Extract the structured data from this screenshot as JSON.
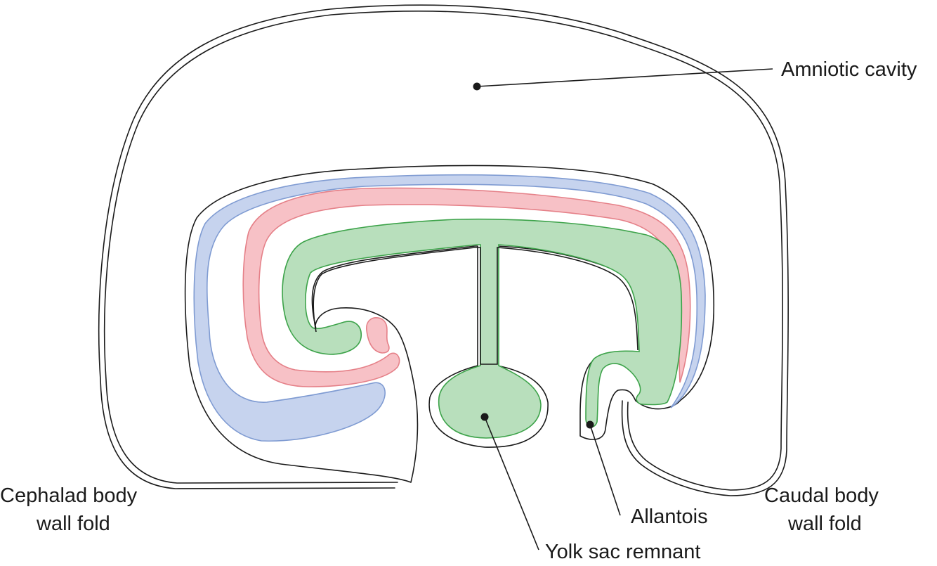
{
  "labels": {
    "amniotic_cavity": "Amniotic cavity",
    "cephalad_fold_line1": "Cephalad body",
    "cephalad_fold_line2": "wall fold",
    "caudal_fold_line1": "Caudal body",
    "caudal_fold_line2": "wall fold",
    "allantois": "Allantois",
    "yolk_sac_remnant": "Yolk sac remnant"
  },
  "colors": {
    "ectoderm_fill": "#c6d3ee",
    "ectoderm_stroke": "#7f9bd2",
    "mesoderm_fill": "#f7c1c6",
    "mesoderm_stroke": "#e58088",
    "endoderm_fill": "#b8dfbc",
    "endoderm_stroke": "#3da34a",
    "outline": "#1a1a1a"
  }
}
